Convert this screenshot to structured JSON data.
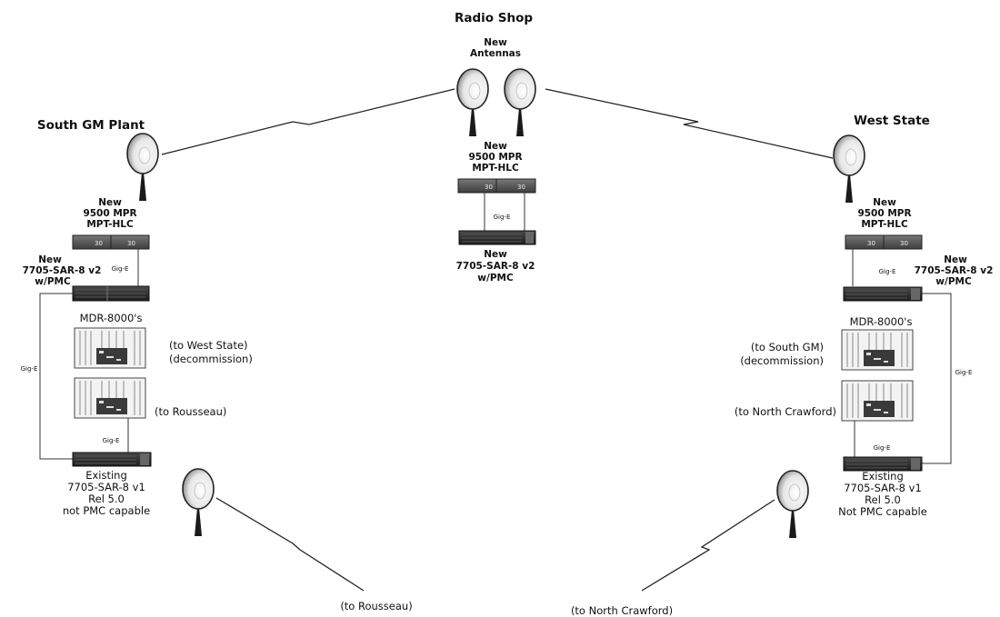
{
  "sites": {
    "radio_shop": "Radio Shop",
    "south_gm": "South GM Plant",
    "west_state": "West State"
  },
  "radio_shop": {
    "antennas_label": [
      "New",
      "Antennas"
    ],
    "mpr_label": [
      "New",
      "9500 MPR",
      "MPT-HLC"
    ],
    "gige": "Gig-E",
    "sar_label": [
      "New",
      "7705-SAR-8 v2",
      "w/PMC"
    ]
  },
  "south_gm": {
    "mpr_label": [
      "New",
      "9500 MPR",
      "MPT-HLC"
    ],
    "gige_top": "Gig-E",
    "sar_label": [
      "New",
      "7705-SAR-8 v2",
      "w/PMC"
    ],
    "mdr_title": "MDR-8000's",
    "mdr1_note": [
      "(to West State)",
      "(decommission)"
    ],
    "mdr2_note": "(to Rousseau)",
    "gige_left": "Gig-E",
    "gige_bottom": "Gig-E",
    "existing_label": [
      "Existing",
      "7705-SAR-8 v1",
      "Rel 5.0",
      "not PMC capable"
    ]
  },
  "west_state": {
    "mpr_label": [
      "New",
      "9500 MPR",
      "MPT-HLC"
    ],
    "gige_top": "Gig-E",
    "sar_label": [
      "New",
      "7705-SAR-8 v2",
      "w/PMC"
    ],
    "mdr_title": "MDR-8000's",
    "mdr1_note": [
      "(to South GM)",
      "(decommission)"
    ],
    "mdr2_note": "(to North Crawford)",
    "gige_right": "Gig-E",
    "gige_bottom": "Gig-E",
    "existing_label": [
      "Existing",
      "7705-SAR-8 v1",
      "Rel 5.0",
      "Not PMC capable"
    ]
  },
  "remote_links": {
    "rousseau": "(to Rousseau)",
    "north_crawford": "(to North Crawford)"
  },
  "unit_marks": "30"
}
